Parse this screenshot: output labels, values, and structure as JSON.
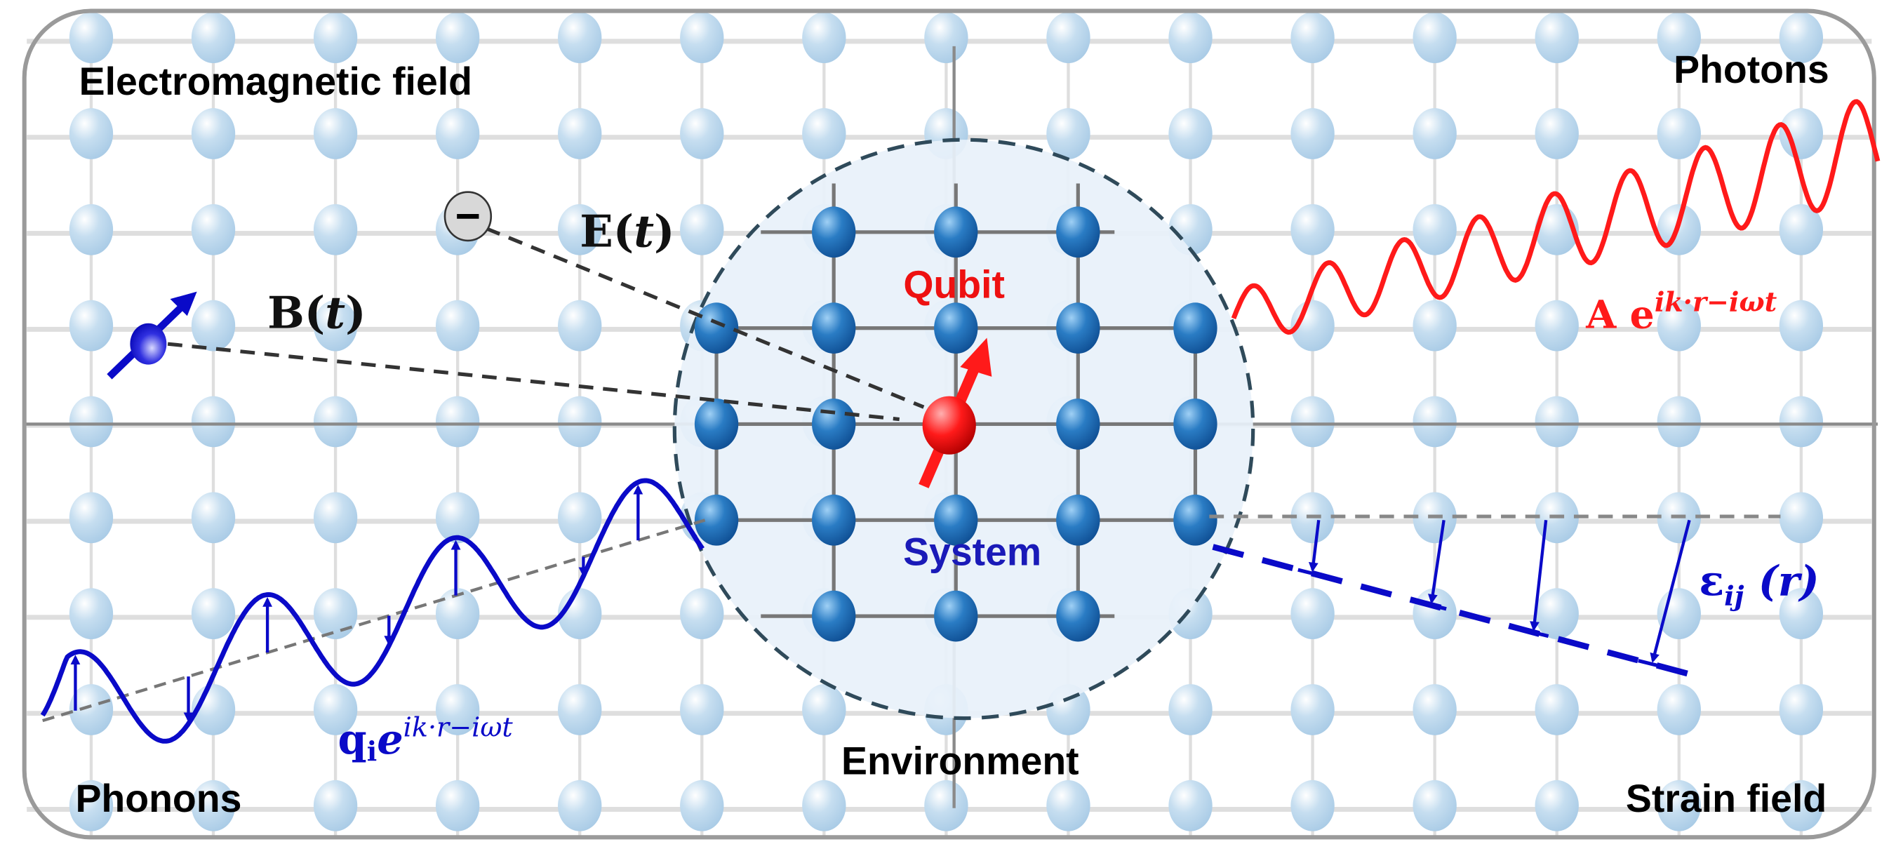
{
  "labels": {
    "electromagnetic_field": "Electromagnetic field",
    "photons": "Photons",
    "phonons": "Phonons",
    "strain_field": "Strain field",
    "environment": "Environment",
    "qubit": "Qubit",
    "system": "System"
  },
  "formulas": {
    "electric_field": {
      "base": "E(",
      "var": "t",
      "close": ")"
    },
    "magnetic_field": {
      "base": "B(",
      "var": "t",
      "close": ")"
    },
    "photon_wave": {
      "base": "A e",
      "exponent": "ik·r−iωt"
    },
    "phonon_wave": {
      "base": "q",
      "sub": "i",
      "e": "e",
      "exponent": "ik·r−iωt"
    },
    "strain_tensor": {
      "base": "ε",
      "sub": "ij",
      "arg": " (r)"
    }
  },
  "electron_symbol": "−",
  "colors": {
    "qubit": "#ee1111",
    "system": "#1a1ab8",
    "photon_wave": "#ff1a1a",
    "phonon_wave": "#0a0ac8",
    "lattice_node": "#b9d6ec",
    "system_node": "#1f6fb8",
    "system_bg": "#e8f1fa"
  }
}
